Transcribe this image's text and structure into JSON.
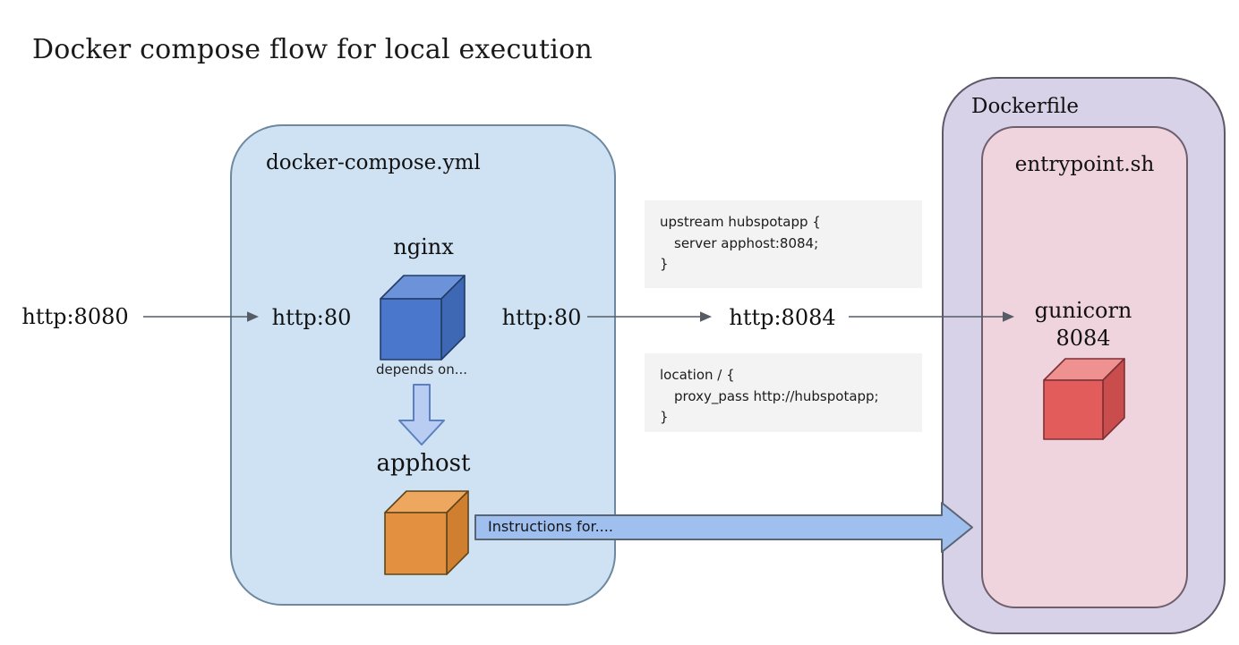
{
  "title": "Docker compose flow for local execution",
  "host": {
    "port": "http:8080"
  },
  "compose_box": {
    "label": "docker-compose.yml",
    "nginx": {
      "name": "nginx",
      "port_in": "http:80",
      "port_out": "http:80",
      "depends_note": "depends on...",
      "cube_icon": "blue-cube-icon"
    },
    "apphost": {
      "name": "apphost",
      "cube_icon": "orange-cube-icon"
    }
  },
  "upstream": {
    "port": "http:8084"
  },
  "dockerfile_box": {
    "label": "Dockerfile",
    "entrypoint": {
      "label": "entrypoint.sh",
      "gunicorn_name": "gunicorn",
      "gunicorn_port": "8084",
      "cube_icon": "red-cube-icon"
    }
  },
  "code_snippets": {
    "upstream_block": [
      "upstream hubspotapp {",
      "server apphost:8084;",
      "}"
    ],
    "location_block": [
      "location / {",
      "proxy_pass http://hubspotapp;",
      "}"
    ]
  },
  "instructions_arrow": {
    "label": "Instructions for...."
  },
  "colors": {
    "canvas_bg": "#ffffff",
    "title_text": "#1a1a1a",
    "compose_box_fill": "#cfe2f3",
    "compose_box_stroke": "#6d88a0",
    "dockerfile_box_fill": "#d8d2e9",
    "dockerfile_box_stroke": "#5f5868",
    "entrypoint_box_fill": "#efd4dd",
    "entrypoint_box_stroke": "#6e5f6c",
    "code_box_fill": "#f3f3f3",
    "flow_arrow": "#555c66",
    "down_arrow_fill": "#b9cdf2",
    "down_arrow_stroke": "#5b7fc0",
    "instr_arrow_fill": "#9fbfef",
    "instr_arrow_stroke": "#5a6472",
    "cube_blue_front": "#4a77cc",
    "cube_blue_top": "#6c92da",
    "cube_blue_right": "#3e68b4",
    "cube_blue_stroke": "#223c66",
    "cube_orange_front": "#e39140",
    "cube_orange_top": "#eda75f",
    "cube_orange_right": "#d07e2f",
    "cube_orange_stroke": "#5e4519",
    "cube_red_front": "#e25c5c",
    "cube_red_top": "#ee9190",
    "cube_red_right": "#c94d4d",
    "cube_red_stroke": "#7c3136"
  }
}
